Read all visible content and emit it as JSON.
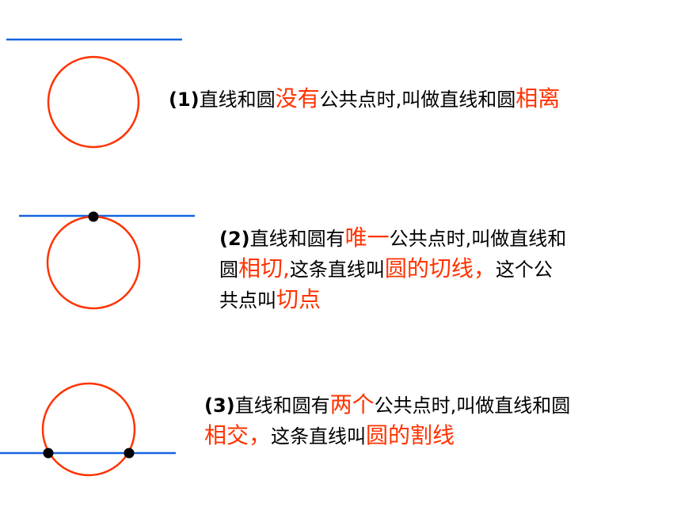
{
  "colors": {
    "line": "#1565e0",
    "circle": "#ff3300",
    "highlight": "#ff3300",
    "point": "#000000"
  },
  "case1": {
    "num": "(1)",
    "a": "直线和圆",
    "hl1": "没有",
    "b": "公共点时,叫做直线和圆",
    "hl2": "相离"
  },
  "case2": {
    "num": "(2)",
    "a": "直线和圆有",
    "hl1": "唯一",
    "b": "公共点时,叫做直线和",
    "c": "圆",
    "hl2": "相切,",
    "d": "这条直线叫",
    "hl3": "圆的切线，",
    "e": "这个公",
    "f": "共点叫",
    "hl4": "切点"
  },
  "case3": {
    "num": "(3)",
    "a": "直线和圆有",
    "hl1": "两个",
    "b": "公共点时,叫做直线和圆",
    "hl2": "相交，",
    "c": "这条直线叫",
    "hl3": "圆的割线"
  }
}
